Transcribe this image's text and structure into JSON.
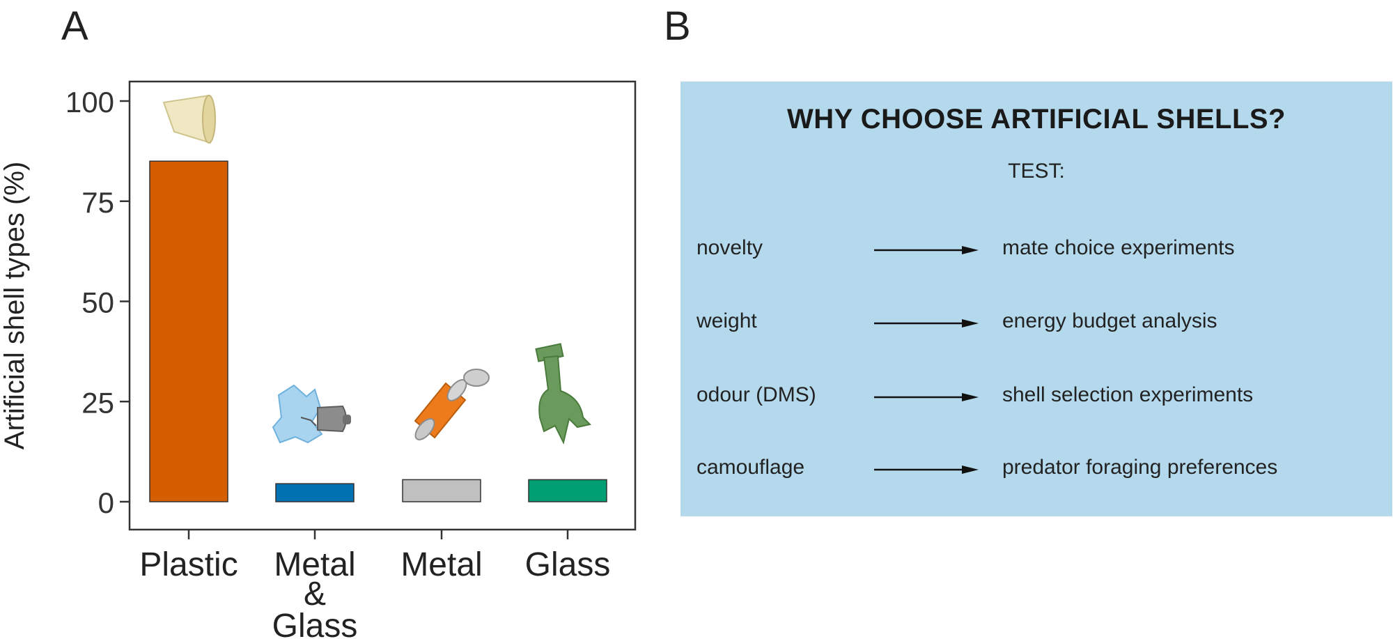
{
  "panels": {
    "a_letter": "A",
    "b_letter": "B"
  },
  "chart_data": {
    "type": "bar",
    "categories": [
      "Plastic",
      "Metal\n&\nGlass",
      "Metal",
      "Glass"
    ],
    "values": [
      85,
      4.5,
      5.5,
      5.5
    ],
    "bar_colors": [
      "#d55e00",
      "#0072b2",
      "#c0c0c0",
      "#009e73"
    ],
    "icons": [
      "plastic-cup-icon",
      "glass-bulb-icon",
      "tin-can-icon",
      "broken-bottle-icon"
    ],
    "title": "",
    "xlabel": "",
    "ylabel": "Artificial shell types (%)",
    "ylim": [
      0,
      100
    ],
    "yticks": [
      0,
      25,
      50,
      75,
      100
    ],
    "grid": false,
    "legend": "none"
  },
  "info_box": {
    "title": "WHY CHOOSE ARTIFICIAL SHELLS?",
    "subtitle": "TEST:",
    "background": "#b5d9ec",
    "rows": [
      {
        "factor": "novelty",
        "test": "mate choice experiments"
      },
      {
        "factor": "weight",
        "test": "energy budget analysis"
      },
      {
        "factor": "odour (DMS)",
        "test": "shell selection experiments"
      },
      {
        "factor": "camouflage",
        "test": "predator foraging preferences"
      }
    ]
  }
}
